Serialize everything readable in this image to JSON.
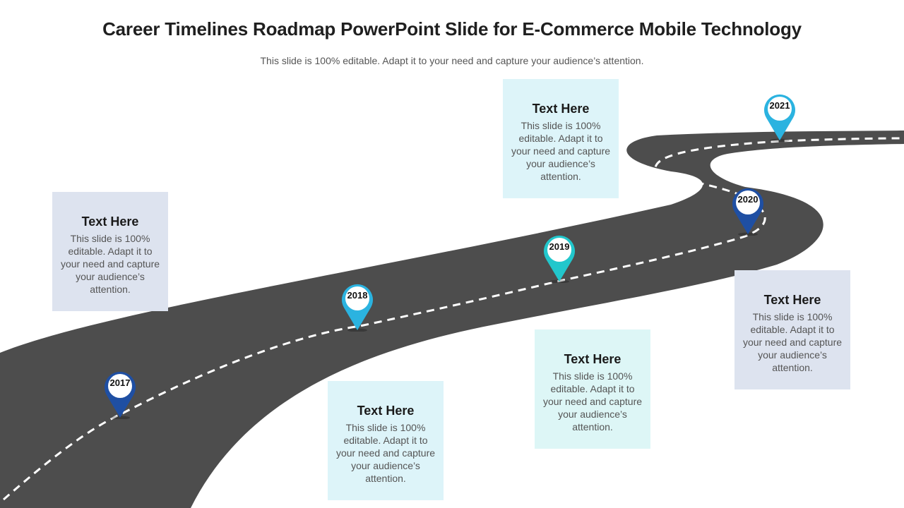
{
  "slide": {
    "title": "Career Timelines Roadmap PowerPoint Slide for E-Commerce Mobile Technology",
    "subtitle": "This slide is 100% editable. Adapt it to your need and capture your audience’s attention."
  },
  "milestones": [
    {
      "year": "2017",
      "color": "#1f4fa3"
    },
    {
      "year": "2018",
      "color": "#2bb3e0"
    },
    {
      "year": "2019",
      "color": "#22c7cc"
    },
    {
      "year": "2020",
      "color": "#1f4fa3"
    },
    {
      "year": "2021",
      "color": "#2bb3e0"
    }
  ],
  "text_boxes": [
    {
      "heading": "Text Here",
      "body": "This slide is 100% editable. Adapt it to your need and capture your audience’s attention."
    },
    {
      "heading": "Text Here",
      "body": "This slide is 100% editable. Adapt it to your need and capture your audience’s attention."
    },
    {
      "heading": "Text Here",
      "body": "This slide is 100% editable. Adapt it to your need and capture your audience’s attention."
    },
    {
      "heading": "Text Here",
      "body": "This slide is 100% editable. Adapt it to your need and capture your audience’s attention."
    },
    {
      "heading": "Text Here",
      "body": "This slide is 100% editable. Adapt it to your need and capture your audience’s attention."
    }
  ],
  "colors": {
    "road": "#4d4d4d",
    "road_marking": "#ffffff"
  }
}
